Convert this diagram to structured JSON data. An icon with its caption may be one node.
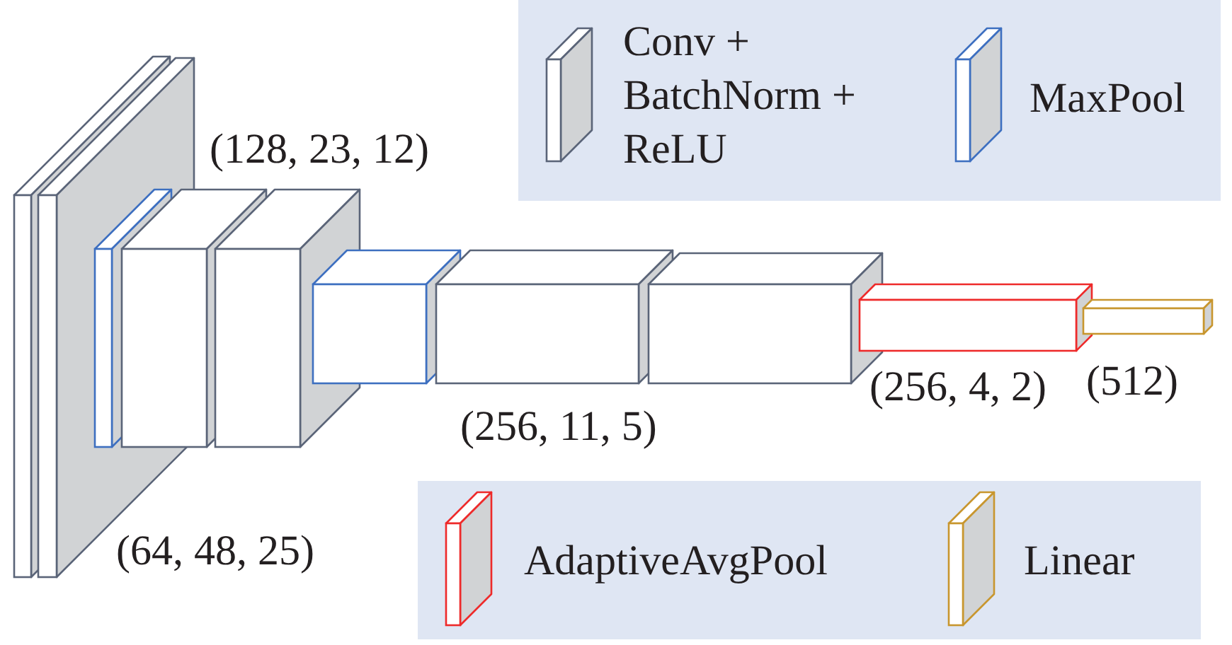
{
  "diagram": {
    "labels": [
      "(128, 23, 12)",
      "(256, 11, 5)",
      "(256, 4, 2)",
      "(512)",
      "(64, 48, 25)"
    ],
    "legend": [
      {
        "text": "Conv + BatchNorm + ReLU"
      },
      {
        "text": "MaxPool"
      },
      {
        "text": "AdaptiveAvgPool"
      },
      {
        "text": "Linear"
      }
    ]
  }
}
